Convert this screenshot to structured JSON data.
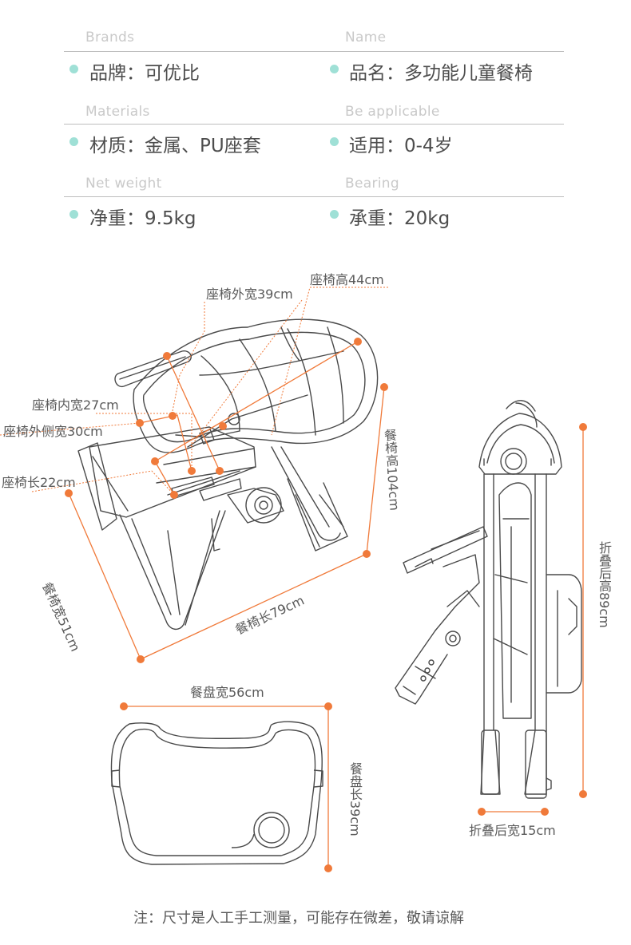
{
  "specs": {
    "brand": {
      "en": "Brands",
      "zh": "品牌：可优比"
    },
    "name": {
      "en": "Name",
      "zh": "品名：多功能儿童餐椅"
    },
    "material": {
      "en": "Materials",
      "zh": "材质：金属、PU座套"
    },
    "applicable": {
      "en": "Be applicable",
      "zh": "适用：0-4岁"
    },
    "weight": {
      "en": "Net weight",
      "zh": "净重：9.5kg"
    },
    "bearing": {
      "en": "Bearing",
      "zh": "承重：20kg"
    }
  },
  "dimensions": {
    "seat_outer_width": "座椅外宽39cm",
    "seat_height": "座椅高44cm",
    "seat_inner_width": "座椅内宽27cm",
    "seat_outer_side_width": "座椅外侧宽30cm",
    "seat_length": "座椅长22cm",
    "chair_height": "餐椅高104cm",
    "chair_width": "餐椅宽51cm",
    "chair_length": "餐椅长79cm",
    "folded_height": "折叠后高89cm",
    "folded_width": "折叠后宽15cm",
    "tray_width": "餐盘宽56cm",
    "tray_length": "餐盘长39cm"
  },
  "footnote": "注：尺寸是人工手工测量，可能存在微差，敬请谅解",
  "colors": {
    "accent_dot": "#9fe0d6",
    "dimension_marker": "#f07a3a",
    "line_art": "#4a4a4a"
  }
}
